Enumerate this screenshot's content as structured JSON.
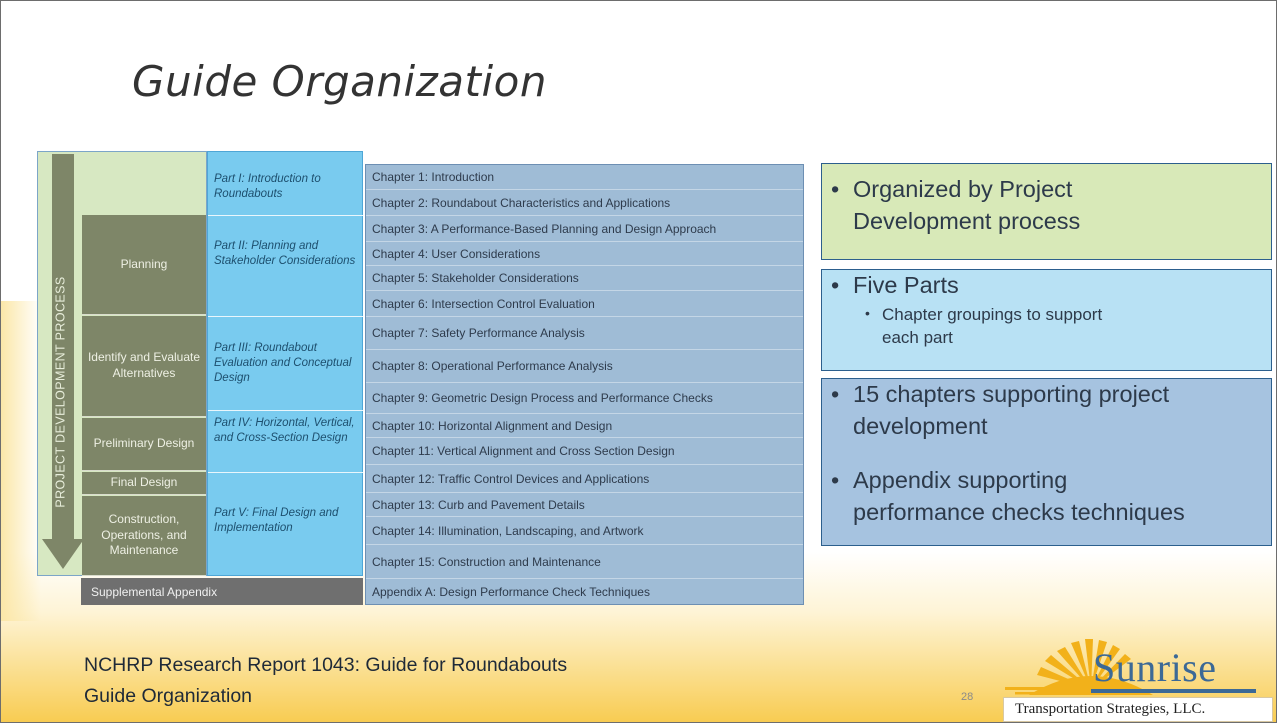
{
  "slide": {
    "title": "Guide Organization",
    "page_number": "28"
  },
  "figure": {
    "arrow_label": "PROJECT DEVELOPMENT PROCESS",
    "phases": [
      "Planning",
      "Identify and Evaluate Alternatives",
      "Preliminary Design",
      "Final Design",
      "Construction, Operations, and Maintenance"
    ],
    "parts": [
      "Part I: Introduction to Roundabouts",
      "Part II: Planning and Stakeholder Considerations",
      "Part III: Roundabout Evaluation and Conceptual Design",
      "Part IV: Horizontal, Vertical, and Cross-Section Design",
      "Part V: Final Design and Implementation"
    ],
    "supplemental": "Supplemental Appendix",
    "chapters": [
      "Chapter 1: Introduction",
      "Chapter 2: Roundabout Characteristics and Applications",
      "Chapter 3: A Performance-Based Planning and Design Approach",
      "Chapter 4: User Considerations",
      "Chapter 5: Stakeholder Considerations",
      "Chapter 6: Intersection Control Evaluation",
      "Chapter 7: Safety Performance Analysis",
      "Chapter 8: Operational Performance Analysis",
      "Chapter 9: Geometric Design Process and Performance Checks",
      "Chapter 10: Horizontal Alignment and Design",
      "Chapter 11: Vertical Alignment and Cross Section Design",
      "Chapter 12: Traffic Control Devices and Applications",
      "Chapter 13: Curb and Pavement Details",
      "Chapter 14: Illumination, Landscaping, and Artwork",
      "Chapter 15: Construction and Maintenance",
      "Appendix A: Design Performance Check Techniques"
    ]
  },
  "boxes": {
    "green": {
      "line1": "Organized by Project",
      "line2": "Development process"
    },
    "blue": {
      "bullet": "Five Parts",
      "sub_line1": "Chapter groupings to support",
      "sub_line2": "each part"
    },
    "steel": {
      "b1_line1": "15 chapters supporting project",
      "b1_line2": "development",
      "b2_line1": "Appendix supporting",
      "b2_line2": "performance checks techniques"
    }
  },
  "footer": {
    "line1": "NCHRP Research Report 1043: Guide for Roundabouts",
    "line2": "Guide Organization"
  },
  "logo": {
    "word": "Sunrise",
    "tagline": "Transportation Strategies, LLC.",
    "colors": {
      "blue": "#3c6996",
      "gold": "#f2b11a"
    }
  }
}
